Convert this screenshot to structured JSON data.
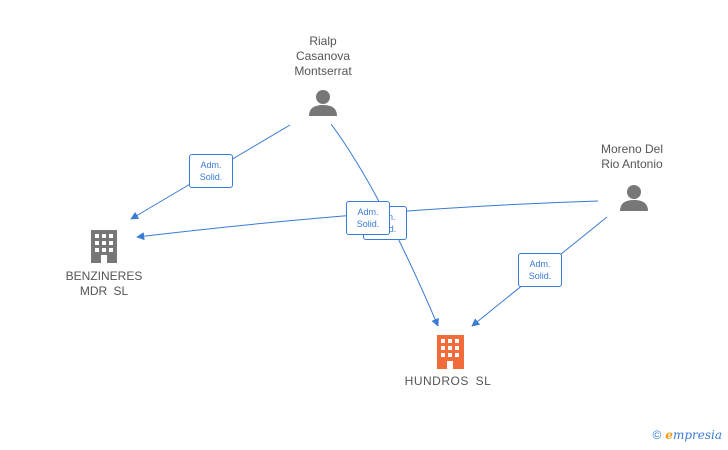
{
  "nodes": {
    "rialp": {
      "label": "Rialp\nCasanova\nMontserrat"
    },
    "moreno": {
      "label": "Moreno Del\nRio Antonio"
    },
    "benzineres": {
      "label": "BENZINERES\nMDR SL"
    },
    "hundros": {
      "label": "HUNDROS SL"
    }
  },
  "edges": {
    "rialp_benzineres": "Adm.\nSolid.",
    "rialp_hundros": "Adm.\nSolid.",
    "moreno_benzineres": "Adm.\nSolid.",
    "moreno_hundros": "Adm.\nSolid."
  },
  "footer": {
    "copyright": "©",
    "brand_initial": "e",
    "brand_rest": "mpresia"
  },
  "colors": {
    "edge": "#3a7bd5",
    "person_icon": "#777777",
    "company_icon": "#777777",
    "main_company_icon": "#f26b3a"
  }
}
